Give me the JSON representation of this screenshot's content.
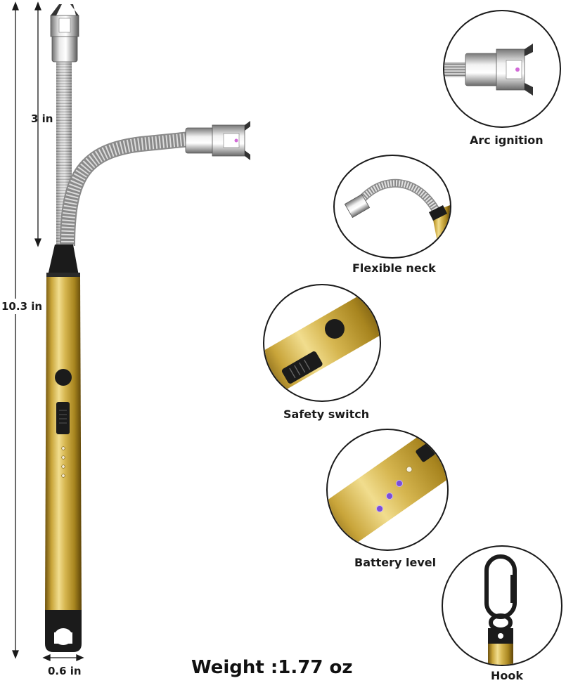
{
  "dimensions": {
    "neck_length": "3 in",
    "total_length": "10.3 in",
    "width": "0.6 in"
  },
  "weight": "Weight :1.77 oz",
  "features": [
    {
      "label": "Arc ignition",
      "icon": "arc-ignition-closeup"
    },
    {
      "label": "Flexible neck",
      "icon": "flexible-neck-closeup"
    },
    {
      "label": "Safety switch",
      "icon": "safety-switch-closeup"
    },
    {
      "label": "Battery level",
      "icon": "battery-level-closeup"
    },
    {
      "label": "Hook",
      "icon": "hook-closeup"
    }
  ],
  "colors": {
    "gold": "#c9a53a",
    "gold_dark": "#8a6a14",
    "chrome": "#c8c8c8",
    "black": "#1b1b1b",
    "battery_led": "#7a4fd6"
  }
}
